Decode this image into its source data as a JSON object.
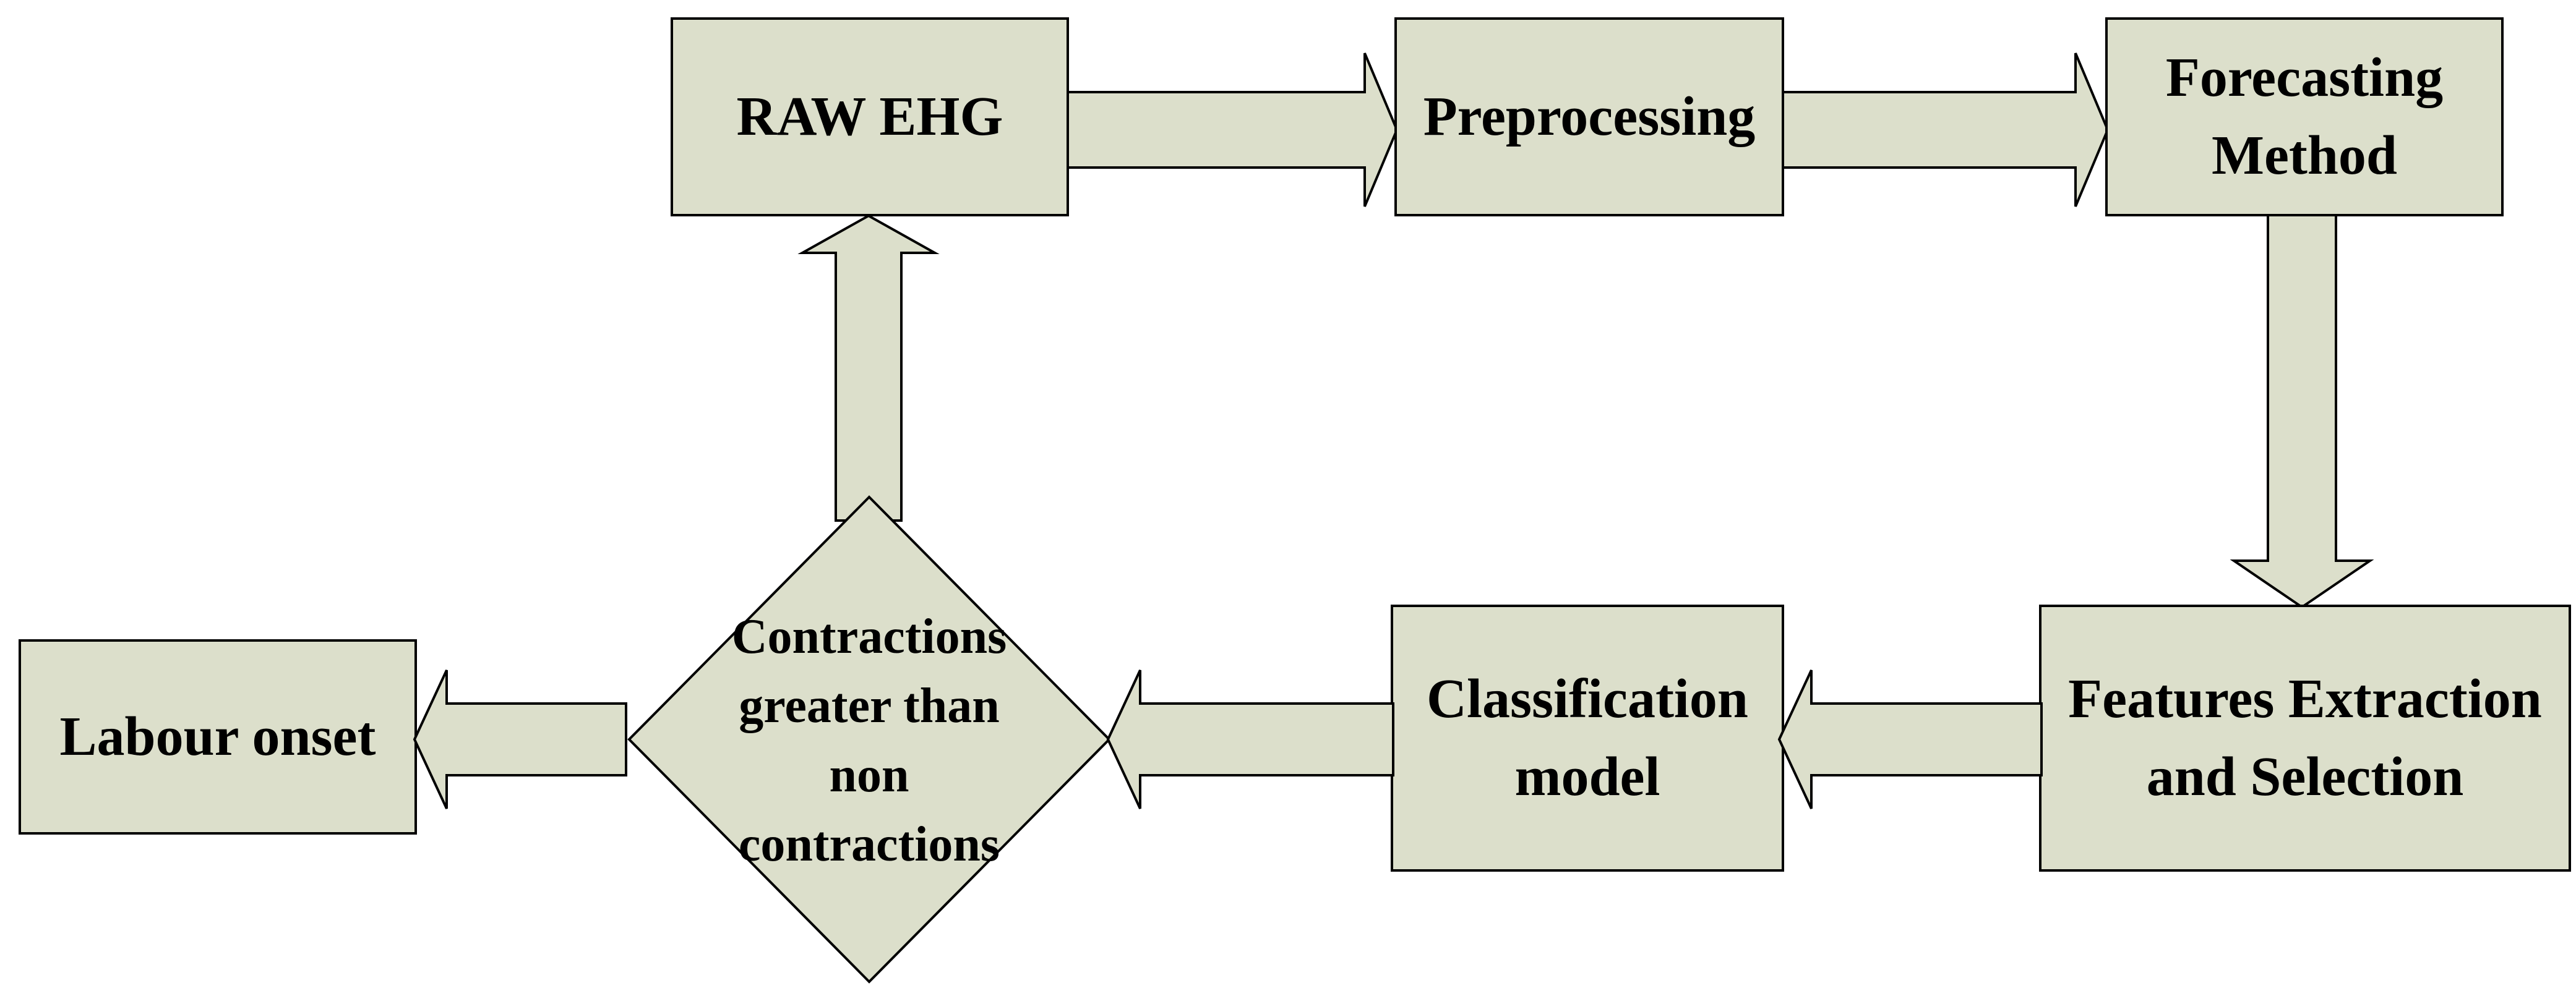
{
  "diagram": {
    "type": "flowchart",
    "colors": {
      "canvas_bg": "#ffffff",
      "shape_fill": "#dcdfcb",
      "shape_stroke": "#000000",
      "text_color": "#000000"
    },
    "nodes": {
      "raw_ehg": {
        "label": "RAW EHG",
        "shape": "rectangle"
      },
      "preprocessing": {
        "label": "Preprocessing",
        "shape": "rectangle"
      },
      "forecasting_method": {
        "label": "Forecasting\nMethod",
        "shape": "rectangle"
      },
      "features_extraction_selection": {
        "label": "Features Extraction\nand Selection",
        "shape": "rectangle"
      },
      "classification_model": {
        "label": "Classification\nmodel",
        "shape": "rectangle"
      },
      "decision": {
        "label": "Contractions\ngreater than\nnon\ncontractions",
        "shape": "diamond"
      },
      "labour_onset": {
        "label": "Labour onset",
        "shape": "rectangle"
      }
    },
    "edges": [
      {
        "from": "raw_ehg",
        "to": "preprocessing",
        "direction": "right"
      },
      {
        "from": "preprocessing",
        "to": "forecasting_method",
        "direction": "right"
      },
      {
        "from": "forecasting_method",
        "to": "features_extraction_selection",
        "direction": "down"
      },
      {
        "from": "features_extraction_selection",
        "to": "classification_model",
        "direction": "left"
      },
      {
        "from": "classification_model",
        "to": "decision",
        "direction": "left"
      },
      {
        "from": "decision",
        "to": "labour_onset",
        "direction": "left"
      },
      {
        "from": "decision",
        "to": "raw_ehg",
        "direction": "up"
      }
    ]
  }
}
